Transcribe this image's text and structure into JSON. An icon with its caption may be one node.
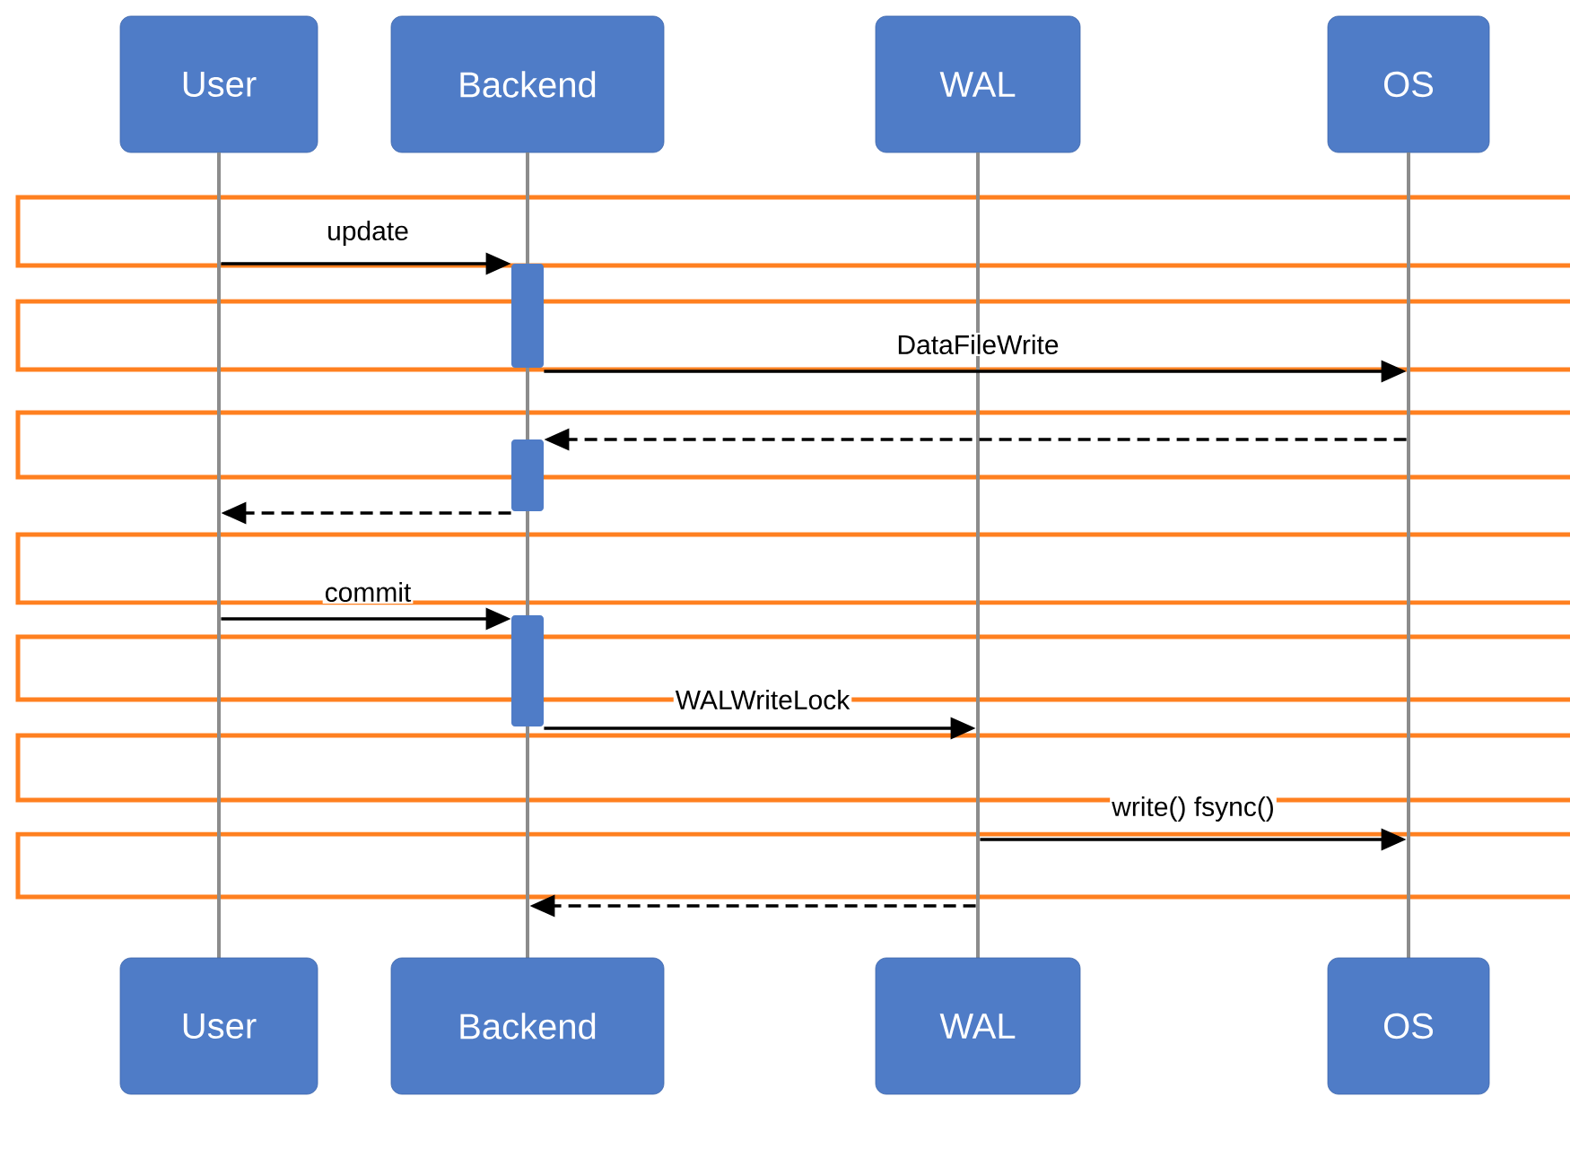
{
  "diagram": {
    "nodes": [
      {
        "text": [
          "User"
        ]
      },
      {
        "text": [
          "Backend"
        ]
      },
      {
        "text": [
          "WAL"
        ]
      },
      {
        "text": [
          "OS"
        ]
      },
      {
        "text": [],
        "shape": "line"
      },
      {
        "text": [],
        "shape": "line"
      },
      {
        "text": [],
        "shape": "line"
      },
      {
        "text": [],
        "shape": "line"
      },
      {
        "text": [],
        "shape": "bar"
      },
      {
        "text": [],
        "shape": "bar"
      },
      {
        "text": [],
        "shape": "bar"
      },
      {
        "text": [
          "User"
        ]
      },
      {
        "text": [
          "Backend"
        ]
      },
      {
        "text": [
          "WAL"
        ]
      },
      {
        "text": [
          "OS"
        ]
      }
    ],
    "edges": [
      {
        "from": 4,
        "to": 8,
        "arrow": "to",
        "label": "update"
      },
      {
        "from": 8,
        "to": 7,
        "arrow": "to",
        "label": "DataFileWrite"
      },
      {
        "from": 7,
        "to": 9,
        "arrow": "to",
        "style": "dashed"
      },
      {
        "from": 9,
        "to": 4,
        "arrow": "to",
        "style": "dashed"
      },
      {
        "from": 4,
        "to": 10,
        "arrow": "to",
        "label": "commit"
      },
      {
        "from": 10,
        "to": 6,
        "arrow": "to",
        "label": "WALWriteLock"
      },
      {
        "from": 6,
        "to": 7,
        "arrow": "to",
        "label": "write() fsync()"
      },
      {
        "from": 6,
        "to": 5,
        "arrow": "to",
        "style": "dashed"
      }
    ]
  }
}
